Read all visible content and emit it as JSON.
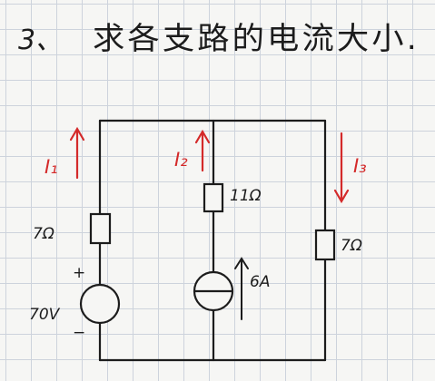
{
  "problem": {
    "number": "3、",
    "text": "求各支路的电流大小."
  },
  "currents": {
    "i1": "I₁",
    "i2": "I₂",
    "i3": "I₃"
  },
  "components": {
    "r_left": "7Ω",
    "r_middle": "11Ω",
    "r_right": "7Ω",
    "voltage_source": "70V",
    "current_source": "6A",
    "plus_sign": "+",
    "minus_sign": "−"
  },
  "colors": {
    "ink": "#1c1c1c",
    "current_arrow": "#d42a2a",
    "grid": "#cdd3dc",
    "paper": "#f6f6f4"
  }
}
